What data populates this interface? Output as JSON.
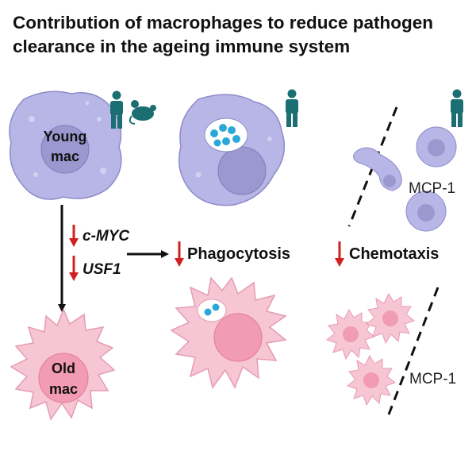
{
  "title": {
    "line1": "Contribution of macrophages to reduce pathogen",
    "line2": "clearance in the ageing immune system"
  },
  "labels": {
    "young_line1": "Young",
    "young_line2": "mac",
    "old_line1": "Old",
    "old_line2": "mac",
    "gene1": "c-MYC",
    "gene2": "USF1",
    "phagocytosis": "Phagocytosis",
    "chemotaxis": "Chemotaxis",
    "mcp_top": "MCP-1",
    "mcp_bottom": "MCP-1"
  },
  "icons": [
    "human-icon",
    "mouse-icon",
    "down-arrow-icon"
  ],
  "colors": {
    "young_cell": "#b7b6e6",
    "young_nucleus": "#9b98cf",
    "old_cell": "#f7c6d4",
    "old_nucleus": "#f29bb4",
    "bacteria": "#2aa8d8",
    "down_arrow": "#d21f1f",
    "human_icon": "#1b6f73"
  }
}
